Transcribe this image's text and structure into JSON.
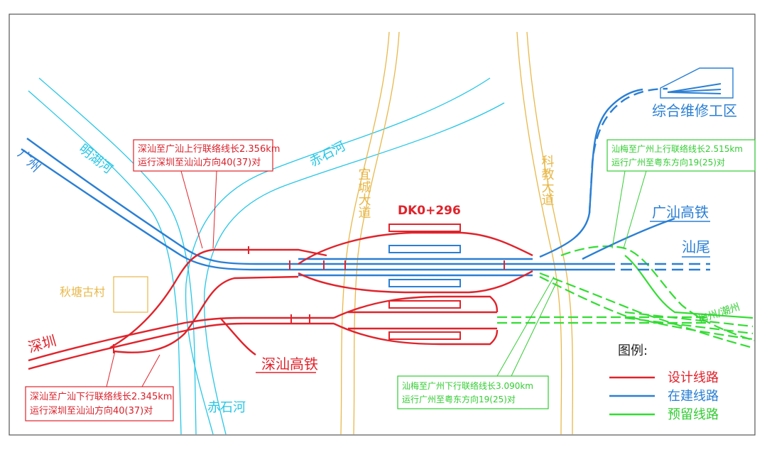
{
  "labels": {
    "guangzhou": "广州",
    "minghu_river": "明湖河",
    "chishi_river_top": "赤石河",
    "chishi_river_bottom": "赤石河",
    "yicheng_avenue": "宜城大道",
    "kejiao_avenue": "科教大道",
    "qiutang_village": "秋塘古村",
    "shenzhen": "深圳",
    "shanwei": "汕尾",
    "meizhou_chaozhou": "梅州/潮州",
    "guangshan_hsr": "广汕高铁",
    "shenshan_hsr": "深汕高铁",
    "depot": "综合维修工区",
    "mileage": "DK0+296"
  },
  "notes": {
    "up_link_line1": "深汕至广汕上行联络线长2.356km",
    "up_link_line2": "运行深圳至汕汕方向40(37)对",
    "down_link_line1": "深汕至广汕下行联络线长2.345km",
    "down_link_line2": "运行深圳至汕汕方向40(37)对",
    "sm_up_line1": "汕梅至广州上行联络线长2.515km",
    "sm_up_line2": "运行广州至粤东方向19(25)对",
    "sm_down_line1": "汕梅至广州下行联络线长3.090km",
    "sm_down_line2": "运行广州至粤东方向19(25)对"
  },
  "legend": {
    "title": "图例:",
    "items": [
      {
        "label": "设计线路",
        "color": "#e0232b"
      },
      {
        "label": "在建线路",
        "color": "#2a7fd4"
      },
      {
        "label": "预留线路",
        "color": "#33dd33"
      }
    ]
  },
  "colors": {
    "design": "#e0232b",
    "construction": "#2a7fd4",
    "reserved": "#33dd33",
    "river": "#25c6e6",
    "road": "#e8b84a"
  }
}
